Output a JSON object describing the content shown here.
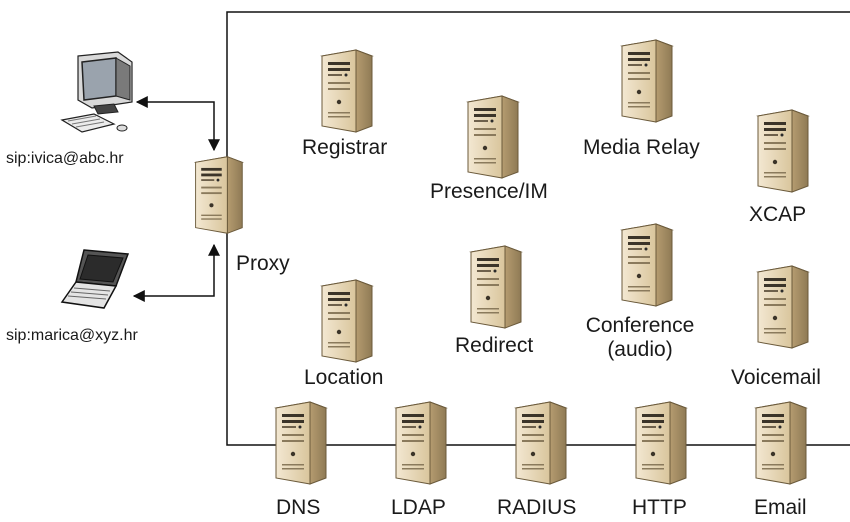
{
  "clients": [
    {
      "address": "sip:ivica@abc.hr",
      "icon": "desktop-computer-icon"
    },
    {
      "address": "sip:marica@xyz.hr",
      "icon": "laptop-icon"
    }
  ],
  "proxy": {
    "label": "Proxy",
    "icon": "server-icon"
  },
  "services": [
    {
      "id": "registrar",
      "label": "Registrar"
    },
    {
      "id": "presence",
      "label": "Presence/IM"
    },
    {
      "id": "media-relay",
      "label": "Media Relay"
    },
    {
      "id": "xcap",
      "label": "XCAP"
    },
    {
      "id": "location",
      "label": "Location"
    },
    {
      "id": "redirect",
      "label": "Redirect"
    },
    {
      "id": "conference",
      "label_line1": "Conference",
      "label_line2": "(audio)"
    },
    {
      "id": "voicemail",
      "label": "Voicemail"
    }
  ],
  "backend": [
    {
      "id": "dns",
      "label": "DNS"
    },
    {
      "id": "ldap",
      "label": "LDAP"
    },
    {
      "id": "radius",
      "label": "RADIUS"
    },
    {
      "id": "http",
      "label": "HTTP"
    },
    {
      "id": "email",
      "label": "Email"
    }
  ],
  "colors": {
    "server_body": "#e6d6b4",
    "server_side": "#b49a6c",
    "server_top": "#f4ead4",
    "line": "#111111",
    "screen": "#9aa3ad"
  }
}
